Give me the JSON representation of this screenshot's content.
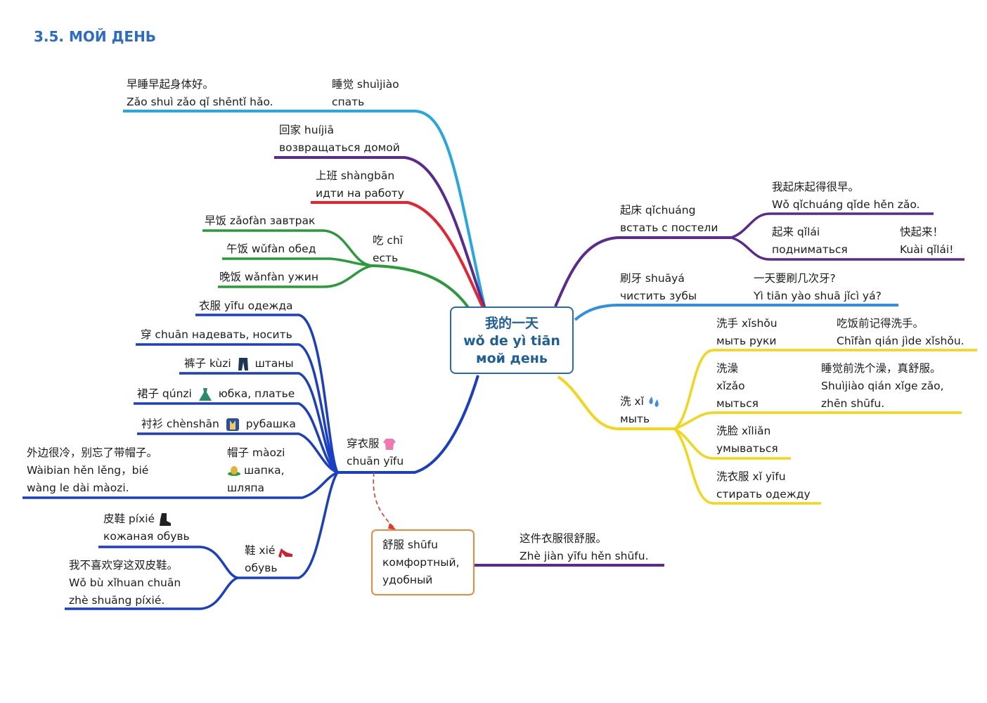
{
  "heading": "3.5. МОЙ ДЕНЬ",
  "center": {
    "zh": "我的一天",
    "pinyin": "wǒ de yì tiān",
    "ru": "мой день"
  },
  "colors": {
    "cyan": "#27a7e0",
    "purple": "#5b2a91",
    "red": "#e8222e",
    "green": "#2a9a3a",
    "blue": "#1b3fc4",
    "lightblue": "#2f8fe0",
    "yellow": "#f2d61b",
    "orange": "#ef8a3c",
    "dash": "#e03a2a"
  },
  "sleep": {
    "l1": "睡觉 shuìjiào",
    "l2": "спать",
    "ex1": "早睡早起身体好。",
    "ex2": "Zǎo shuì zǎo qǐ shēntǐ hǎo."
  },
  "home": {
    "l1": "回家  huíjiā",
    "l2": "возвращаться домой"
  },
  "work": {
    "l1": "上班 shàngbān",
    "l2": "идти на работу"
  },
  "eat": {
    "l1": "吃 chī",
    "l2": "есть",
    "items": [
      "早饭 zǎofàn завтрак",
      "午饭 wǔfàn обед",
      "晚饭 wǎnfàn ужин"
    ]
  },
  "clothes": {
    "l1": "穿衣服",
    "l2": "chuān yīfu",
    "yifu": "衣服 yīfu одежда",
    "chuan": "穿 chuān надевать, носить",
    "kuzi_a": "裤子 kùzi",
    "kuzi_b": "штаны",
    "qunzi_a": "裙子 qúnzi",
    "qunzi_b": "юбка, платье",
    "chenshan_a": "衬衫 chènshān",
    "chenshan_b": "рубашка",
    "maozi1": "帽子 màozi",
    "maozi2": "шапка,",
    "maozi3": "шляпа",
    "maozi_ex1": "外边很冷，别忘了带帽子。",
    "maozi_ex2": "Wàibian hěn lěng，bié",
    "maozi_ex3": "wàng le dài màozi.",
    "xie1": "鞋 xié",
    "xie2": "обувь",
    "pixie1": "皮鞋 píxié",
    "pixie2": "кожаная обувь",
    "xie_ex1": "我不喜欢穿这双皮鞋。",
    "xie_ex2": "Wǒ bù xǐhuan chuān",
    "xie_ex3": "zhè shuāng píxié."
  },
  "comfort": {
    "l1": "舒服 shūfu",
    "l2": "комфортный,",
    "l3": "удобный",
    "ex1": "这件衣服很舒服。",
    "ex2": "Zhè jiàn yīfu hěn shūfu."
  },
  "getup": {
    "l1": "起床 qǐchuáng",
    "l2": "встать с постели",
    "ex1": "我起床起得很早。",
    "ex2": "Wǒ qǐchuáng qǐde hěn zǎo.",
    "qilai1": "起来 qǐlái",
    "qilai2": "подниматься",
    "kuai1": "快起来！",
    "kuai2": "Kuài qǐlái!"
  },
  "brush": {
    "l1": "刷牙 shuāyá",
    "l2": "чистить зубы",
    "ex1": "一天要刷几次牙?",
    "ex2": "Yì tiān yào shuā jǐcì yá?"
  },
  "wash": {
    "l1": "洗 xǐ",
    "l2": "мыть",
    "hand1": "洗手 xǐshǒu",
    "hand2": "мыть руки",
    "hand_ex1": "吃饭前记得洗手。",
    "hand_ex2": "Chīfàn qián jìde xǐshǒu.",
    "bath1": "洗澡",
    "bath2": "xǐzǎo",
    "bath3": "мыться",
    "bath_ex1": "睡觉前洗个澡，真舒服。",
    "bath_ex2": "Shuìjiào qián xǐge zǎo,",
    "bath_ex3": "zhēn shūfu.",
    "face1": "洗脸 xǐliǎn",
    "face2": "умываться",
    "clothes1": "洗衣服 xǐ yīfu",
    "clothes2": "стирать одежду"
  },
  "icons": [
    "pants-icon",
    "dress-icon",
    "shirt-icon",
    "hat-icon",
    "boot-icon",
    "high-heel-icon",
    "blouse-icon",
    "water-drops-icon"
  ]
}
